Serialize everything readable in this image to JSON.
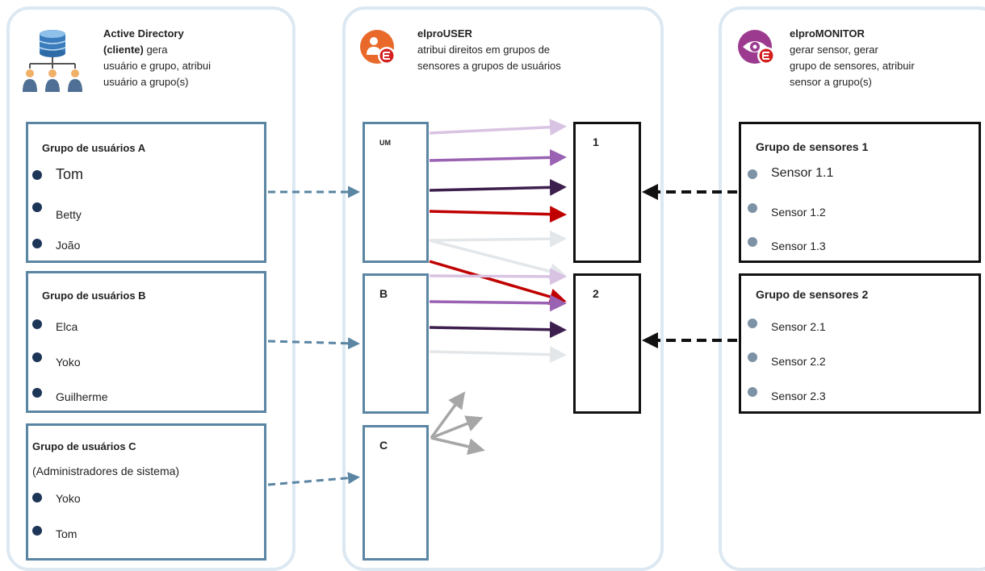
{
  "ad": {
    "title": "Active Directory",
    "line2_bold": "(cliente)",
    "line2_rest": " gera",
    "line3": "usuário e grupo, atribui",
    "line4": "usuário a grupo(s)",
    "icon": "directory-tree-icon"
  },
  "elprouser": {
    "title": "elproUSER",
    "line2": "atribui direitos em grupos de",
    "line3": "sensores a grupos de usuários",
    "icon": "elprouser-app-icon",
    "icon_color": "#e8692a"
  },
  "elpromonitor": {
    "title": "elproMONITOR",
    "line2": "gerar sensor, gerar",
    "line3": "grupo de sensores, atribuir",
    "line4": "sensor a grupo(s)",
    "icon": "elpromonitor-app-icon",
    "icon_color": "#9b3a8f"
  },
  "user_groups": [
    {
      "title": "Grupo de usuários A",
      "members": [
        "Tom",
        "Betty",
        "João"
      ]
    },
    {
      "title": "Grupo de usuários B",
      "members": [
        "Elca",
        "Yoko",
        "Guilherme"
      ]
    },
    {
      "title": "Grupo de usuários C",
      "subtitle": "(Administradores de sistema)",
      "members": [
        "Yoko",
        "Tom"
      ]
    }
  ],
  "mid_boxes": [
    "UM",
    "B",
    "C"
  ],
  "targets": [
    "1",
    "2"
  ],
  "sensor_groups": [
    {
      "title": "Grupo de sensores 1",
      "sensors": [
        "Sensor 1.1",
        "Sensor 1.2",
        "Sensor 1.3"
      ]
    },
    {
      "title": "Grupo de sensores 2",
      "sensors": [
        "Sensor 2.1",
        "Sensor 2.2",
        "Sensor 2.3"
      ]
    }
  ],
  "colors": {
    "panel_border": "#dce8f2",
    "user_border": "#5a85a3",
    "user_dot": "#1d3557",
    "sensor_dot": "#7e92a5",
    "arrow_light_purple": "#d9c3e3",
    "arrow_purple": "#9a62b3",
    "arrow_dark_purple": "#3d1f4e",
    "arrow_red": "#c00000",
    "arrow_light_gray": "#e3e7ea",
    "arrow_gray": "#a6a6a6"
  }
}
